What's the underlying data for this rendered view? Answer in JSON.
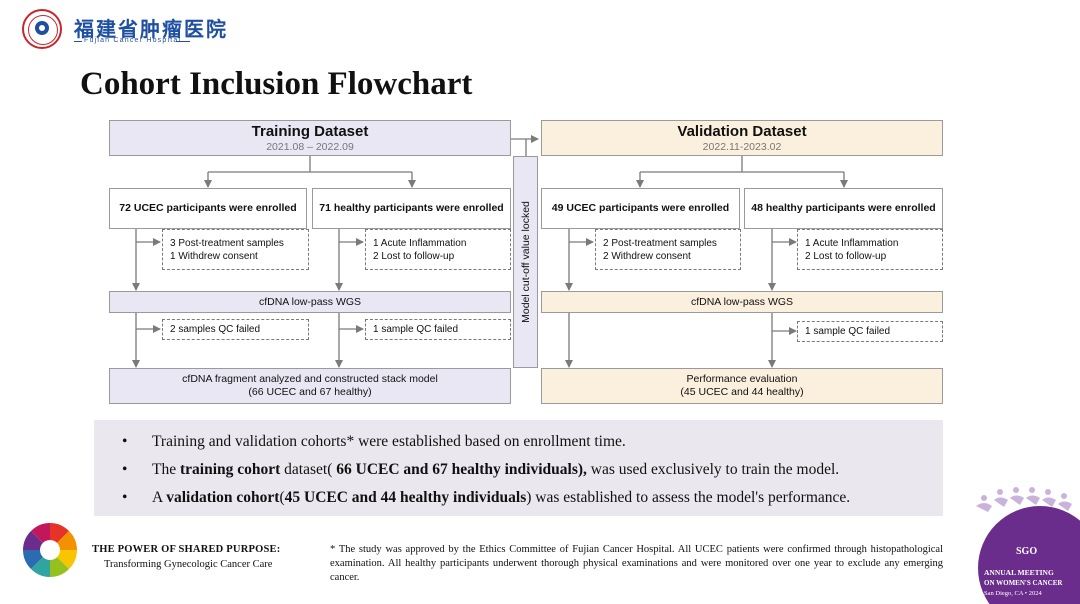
{
  "header": {
    "logo_cn": "福建省肿瘤医院",
    "logo_en": "Fujian Cancer Hospital",
    "title": "Cohort Inclusion Flowchart"
  },
  "flowchart": {
    "training": {
      "title": "Training Dataset",
      "period": "2021.08 – 2022.09",
      "ucec_enrolled": "72 UCEC participants were enrolled",
      "healthy_enrolled": "71 healthy participants were enrolled",
      "ucec_excl_1": "3 Post-treatment samples",
      "ucec_excl_2": "1 Withdrew consent",
      "healthy_excl_1": "1 Acute Inflammation",
      "healthy_excl_2": "2 Lost to follow-up",
      "wgs": "cfDNA low-pass WGS",
      "ucec_qc": "2 samples QC failed",
      "healthy_qc": "1 sample QC failed",
      "final_1": "cfDNA fragment analyzed and constructed stack model",
      "final_2": "(66 UCEC and  67 healthy)"
    },
    "lock_label": "Model cut-off value locked",
    "validation": {
      "title": "Validation Dataset",
      "period": "2022.11-2023.02",
      "ucec_enrolled": "49 UCEC participants were enrolled",
      "healthy_enrolled": "48 healthy participants were enrolled",
      "ucec_excl_1": "2 Post-treatment samples",
      "ucec_excl_2": "2 Withdrew consent",
      "healthy_excl_1": "1 Acute Inflammation",
      "healthy_excl_2": "2 Lost to follow-up",
      "wgs": "cfDNA low-pass WGS",
      "healthy_qc": "1 sample QC failed",
      "final_1": "Performance evaluation",
      "final_2": "(45 UCEC and 44 healthy)"
    }
  },
  "bullets": {
    "b1": "Training and validation cohorts* were established based on enrollment time.",
    "b2_pre": "The ",
    "b2_bold1": "training cohort",
    "b2_mid": " dataset(",
    "b2_bold2": " 66 UCEC and 67 healthy individuals),",
    "b2_post": " was used exclusively to train the model.",
    "b3_pre": "A ",
    "b3_bold1": "validation cohort",
    "b3_mid": "(",
    "b3_bold2": "45 UCEC and 44 healthy individuals",
    "b3_post": ") was established to assess the model's performance."
  },
  "footer": {
    "tagline_1": "THE POWER OF SHARED PURPOSE:",
    "tagline_2": "Transforming Gynecologic Cancer Care",
    "note": "* The study was approved by the Ethics Committee of Fujian Cancer Hospital. All UCEC patients were confirmed through histopathological examination. All healthy participants underwent thorough physical examinations and were monitored over one year to exclude any emerging cancer.",
    "sgo_logo": "SGO",
    "sgo_line1": "ANNUAL MEETING",
    "sgo_line2": "ON WOMEN'S CANCER",
    "sgo_line3": "San Diego, CA • 2024"
  },
  "colors": {
    "training_fill": "#e9e7f3",
    "validation_fill": "#fbefdd",
    "hospital_blue": "#1f4fa0",
    "hospital_red": "#c8262c",
    "sgo_purple": "#6b2d8c"
  }
}
